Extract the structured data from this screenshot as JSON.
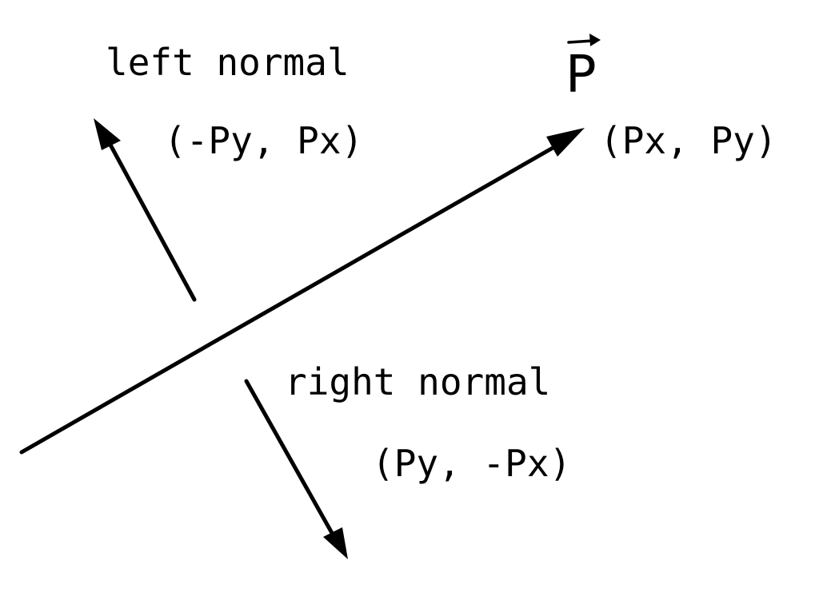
{
  "diagram": {
    "vector": {
      "symbol": "P",
      "coords": "(Px, Py)"
    },
    "left_normal": {
      "label": "left normal",
      "coords": "(-Py, Px)"
    },
    "right_normal": {
      "label": "right normal",
      "coords": "(Py, -Px)"
    },
    "colors": {
      "stroke": "#000000",
      "background": "#ffffff"
    }
  }
}
